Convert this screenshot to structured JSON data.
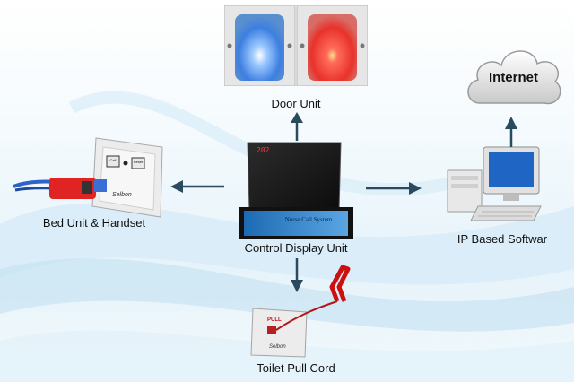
{
  "labels": {
    "door_unit": "Door Unit",
    "bed_unit": "Bed Unit & Handset",
    "control_unit": "Control Display Unit",
    "ip_software": "IP Based Softwar",
    "toilet_cord": "Toilet Pull Cord",
    "internet": "Internet"
  },
  "device_text": {
    "display_number": "202",
    "panel_name": "Nurse Call System",
    "pull_text": "PULL",
    "brand": "Selbon",
    "bed_left_btn": "Call",
    "bed_right_btn": "Reset"
  },
  "colors": {
    "arrow": "#2a4a5e",
    "blue_lamp": "#3d8cff",
    "red_lamp": "#ff3b30",
    "pull_cord": "#cc1010"
  }
}
